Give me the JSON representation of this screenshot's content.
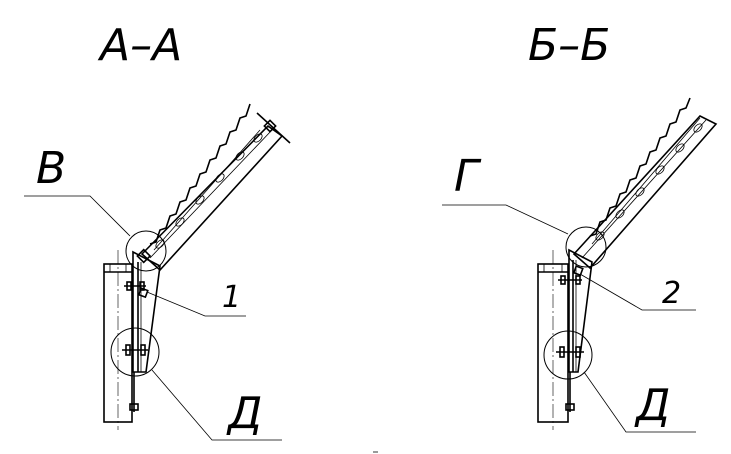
{
  "sections": [
    {
      "title": "А–А",
      "callouts": [
        {
          "id": "upper_circle",
          "label": "В"
        },
        {
          "id": "lower_circle",
          "label": "Д"
        }
      ],
      "position_number": "1"
    },
    {
      "title": "Б–Б",
      "callouts": [
        {
          "id": "upper_circle",
          "label": "Г"
        },
        {
          "id": "lower_circle",
          "label": "Д"
        }
      ],
      "position_number": "2"
    }
  ]
}
